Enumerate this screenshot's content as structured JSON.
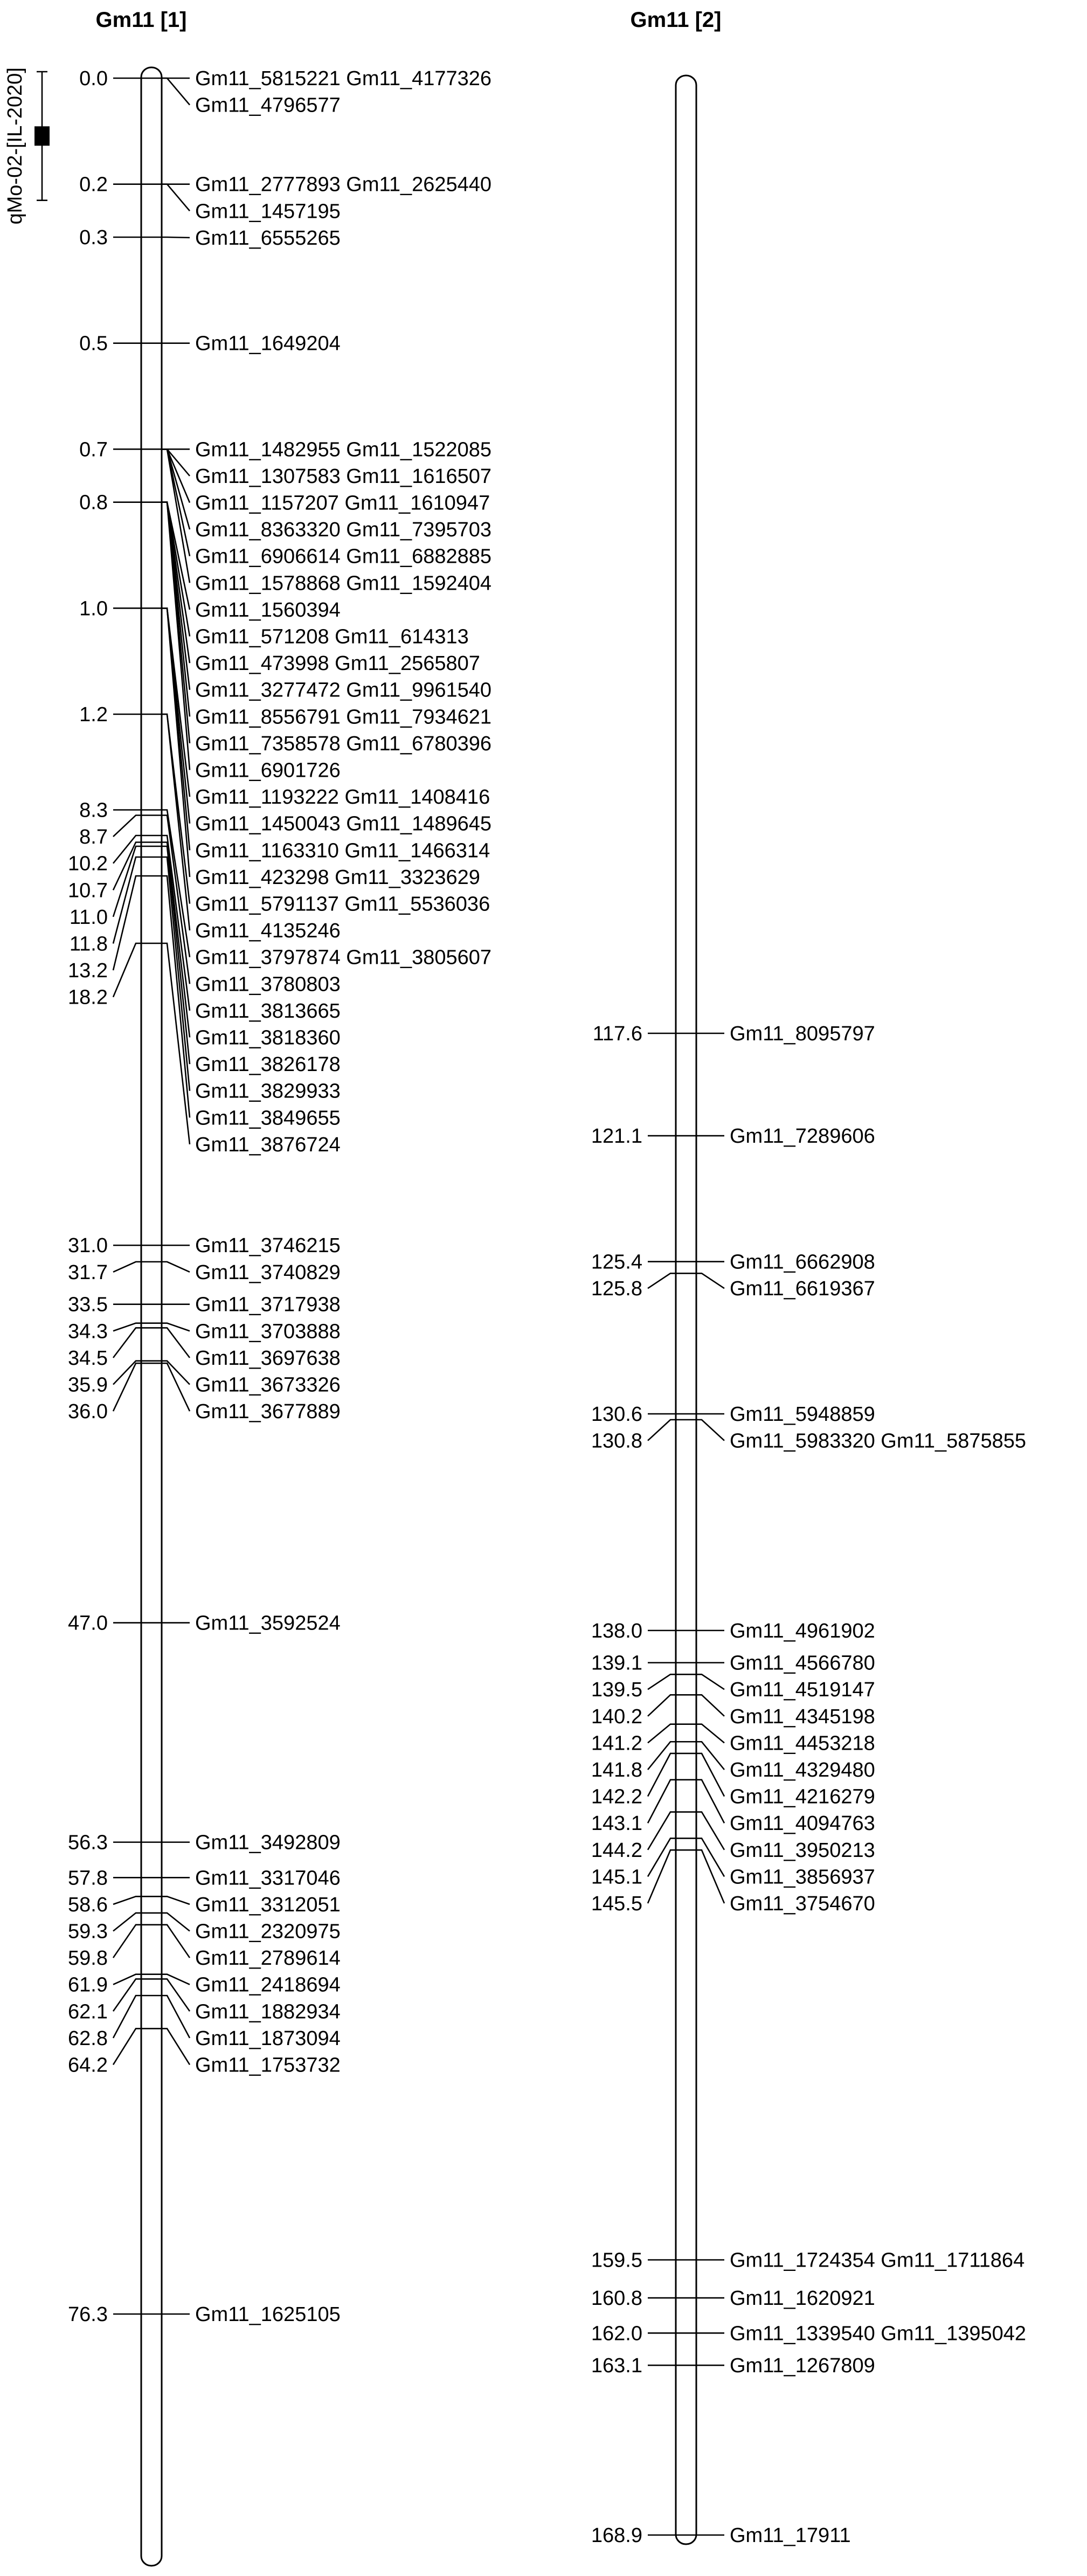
{
  "linkage_groups": [
    {
      "title": "Gm11 [1]",
      "qtl": {
        "label": "qMo-02-[IL-2020]",
        "start": 0.0,
        "end": 0.2,
        "peak": 0.1
      },
      "loci": [
        {
          "pos": 0.0,
          "pos_label": "0.0",
          "markers": [
            {
              "pos": 0.0,
              "label": "Gm11_5815221 Gm11_4177326"
            },
            {
              "pos": 0.0,
              "label": "Gm11_4796577"
            }
          ]
        },
        {
          "pos": 0.2,
          "pos_label": "0.2",
          "markers": [
            {
              "pos": 0.2,
              "label": "Gm11_2777893 Gm11_2625440"
            },
            {
              "pos": 0.2,
              "label": "Gm11_1457195"
            }
          ]
        },
        {
          "pos": 0.3,
          "pos_label": "0.3",
          "markers": [
            {
              "pos": 0.3,
              "label": "Gm11_6555265"
            }
          ]
        },
        {
          "pos": 0.5,
          "pos_label": "0.5",
          "markers": [
            {
              "pos": 0.5,
              "label": "Gm11_1649204"
            }
          ]
        },
        {
          "pos": 0.7,
          "pos_label": "0.7",
          "markers": [
            {
              "pos": 0.7,
              "label": "Gm11_1482955 Gm11_1522085"
            },
            {
              "pos": 0.7,
              "label": "Gm11_1307583 Gm11_1616507"
            },
            {
              "pos": 0.7,
              "label": "Gm11_1157207 Gm11_1610947"
            },
            {
              "pos": 0.7,
              "label": "Gm11_8363320 Gm11_7395703"
            },
            {
              "pos": 0.7,
              "label": "Gm11_6906614 Gm11_6882885"
            },
            {
              "pos": 0.7,
              "label": "Gm11_1578868 Gm11_1592404"
            }
          ]
        },
        {
          "pos": 0.8,
          "pos_label": "0.8",
          "markers": [
            {
              "pos": 0.8,
              "label": "Gm11_1560394"
            },
            {
              "pos": 0.8,
              "label": "Gm11_571208 Gm11_614313"
            },
            {
              "pos": 0.8,
              "label": "Gm11_473998 Gm11_2565807"
            },
            {
              "pos": 0.8,
              "label": "Gm11_3277472 Gm11_9961540"
            },
            {
              "pos": 0.8,
              "label": "Gm11_8556791 Gm11_7934621"
            },
            {
              "pos": 0.8,
              "label": "Gm11_7358578 Gm11_6780396"
            },
            {
              "pos": 0.8,
              "label": "Gm11_6901726"
            }
          ]
        },
        {
          "pos": 1.0,
          "pos_label": "1.0",
          "markers": [
            {
              "pos": 1.0,
              "label": "Gm11_1193222 Gm11_1408416"
            },
            {
              "pos": 1.0,
              "label": "Gm11_1450043 Gm11_1489645"
            },
            {
              "pos": 1.0,
              "label": "Gm11_1163310 Gm11_1466314"
            },
            {
              "pos": 1.0,
              "label": "Gm11_423298 Gm11_3323629"
            }
          ]
        },
        {
          "pos": 1.2,
          "pos_label": "1.2",
          "markers": [
            {
              "pos": 1.2,
              "label": "Gm11_5791137 Gm11_5536036"
            },
            {
              "pos": 1.2,
              "label": "Gm11_4135246"
            }
          ]
        },
        {
          "pos": 8.3,
          "pos_label": "8.3",
          "markers": [
            {
              "pos": 8.3,
              "label": "Gm11_3797874 Gm11_3805607"
            }
          ]
        },
        {
          "pos": 8.7,
          "pos_label": "8.7",
          "markers": [
            {
              "pos": 8.7,
              "label": "Gm11_3780803"
            }
          ]
        },
        {
          "pos": 10.2,
          "pos_label": "10.2",
          "markers": [
            {
              "pos": 10.2,
              "label": "Gm11_3813665"
            }
          ]
        },
        {
          "pos": 10.7,
          "pos_label": "10.7",
          "markers": [
            {
              "pos": 10.7,
              "label": "Gm11_3818360"
            }
          ]
        },
        {
          "pos": 11.0,
          "pos_label": "11.0",
          "markers": [
            {
              "pos": 11.0,
              "label": "Gm11_3826178"
            }
          ]
        },
        {
          "pos": 11.8,
          "pos_label": "11.8",
          "markers": [
            {
              "pos": 11.8,
              "label": "Gm11_3829933"
            }
          ]
        },
        {
          "pos": 13.2,
          "pos_label": "13.2",
          "markers": [
            {
              "pos": 13.2,
              "label": "Gm11_3849655"
            }
          ]
        },
        {
          "pos": 18.2,
          "pos_label": "18.2",
          "markers": [
            {
              "pos": 18.2,
              "label": "Gm11_3876724"
            }
          ]
        },
        {
          "pos": 31.0,
          "pos_label": "31.0",
          "markers": [
            {
              "pos": 31.0,
              "label": "Gm11_3746215"
            }
          ]
        },
        {
          "pos": 31.7,
          "pos_label": "31.7",
          "markers": [
            {
              "pos": 31.7,
              "label": "Gm11_3740829"
            }
          ]
        },
        {
          "pos": 33.5,
          "pos_label": "33.5",
          "markers": [
            {
              "pos": 33.5,
              "label": "Gm11_3717938"
            }
          ]
        },
        {
          "pos": 34.3,
          "pos_label": "34.3",
          "markers": [
            {
              "pos": 34.3,
              "label": "Gm11_3703888"
            }
          ]
        },
        {
          "pos": 34.5,
          "pos_label": "34.5",
          "markers": [
            {
              "pos": 34.5,
              "label": "Gm11_3697638"
            }
          ]
        },
        {
          "pos": 35.9,
          "pos_label": "35.9",
          "markers": [
            {
              "pos": 35.9,
              "label": "Gm11_3673326"
            }
          ]
        },
        {
          "pos": 36.0,
          "pos_label": "36.0",
          "markers": [
            {
              "pos": 36.0,
              "label": "Gm11_3677889"
            }
          ]
        },
        {
          "pos": 47.0,
          "pos_label": "47.0",
          "markers": [
            {
              "pos": 47.0,
              "label": "Gm11_3592524"
            }
          ]
        },
        {
          "pos": 56.3,
          "pos_label": "56.3",
          "markers": [
            {
              "pos": 56.3,
              "label": "Gm11_3492809"
            }
          ]
        },
        {
          "pos": 57.8,
          "pos_label": "57.8",
          "markers": [
            {
              "pos": 57.8,
              "label": "Gm11_3317046"
            }
          ]
        },
        {
          "pos": 58.6,
          "pos_label": "58.6",
          "markers": [
            {
              "pos": 58.6,
              "label": "Gm11_3312051"
            }
          ]
        },
        {
          "pos": 59.3,
          "pos_label": "59.3",
          "markers": [
            {
              "pos": 59.3,
              "label": "Gm11_2320975"
            }
          ]
        },
        {
          "pos": 59.8,
          "pos_label": "59.8",
          "markers": [
            {
              "pos": 59.8,
              "label": "Gm11_2789614"
            }
          ]
        },
        {
          "pos": 61.9,
          "pos_label": "61.9",
          "markers": [
            {
              "pos": 61.9,
              "label": "Gm11_2418694"
            }
          ]
        },
        {
          "pos": 62.1,
          "pos_label": "62.1",
          "markers": [
            {
              "pos": 62.1,
              "label": "Gm11_1882934"
            }
          ]
        },
        {
          "pos": 62.8,
          "pos_label": "62.8",
          "markers": [
            {
              "pos": 62.8,
              "label": "Gm11_1873094"
            }
          ]
        },
        {
          "pos": 64.2,
          "pos_label": "64.2",
          "markers": [
            {
              "pos": 64.2,
              "label": "Gm11_1753732"
            }
          ]
        },
        {
          "pos": 76.3,
          "pos_label": "76.3",
          "markers": [
            {
              "pos": 76.3,
              "label": "Gm11_1625105"
            }
          ]
        }
      ]
    },
    {
      "title": "Gm11 [2]",
      "loci": [
        {
          "pos": 117.6,
          "pos_label": "117.6",
          "markers": [
            {
              "pos": 117.6,
              "label": "Gm11_8095797"
            }
          ]
        },
        {
          "pos": 121.1,
          "pos_label": "121.1",
          "markers": [
            {
              "pos": 121.1,
              "label": "Gm11_7289606"
            }
          ]
        },
        {
          "pos": 125.4,
          "pos_label": "125.4",
          "markers": [
            {
              "pos": 125.4,
              "label": "Gm11_6662908"
            }
          ]
        },
        {
          "pos": 125.8,
          "pos_label": "125.8",
          "markers": [
            {
              "pos": 125.8,
              "label": "Gm11_6619367"
            }
          ]
        },
        {
          "pos": 130.6,
          "pos_label": "130.6",
          "markers": [
            {
              "pos": 130.6,
              "label": "Gm11_5948859"
            }
          ]
        },
        {
          "pos": 130.8,
          "pos_label": "130.8",
          "markers": [
            {
              "pos": 130.8,
              "label": "Gm11_5983320 Gm11_5875855"
            }
          ]
        },
        {
          "pos": 138.0,
          "pos_label": "138.0",
          "markers": [
            {
              "pos": 138.0,
              "label": "Gm11_4961902"
            }
          ]
        },
        {
          "pos": 139.1,
          "pos_label": "139.1",
          "markers": [
            {
              "pos": 139.1,
              "label": "Gm11_4566780"
            }
          ]
        },
        {
          "pos": 139.5,
          "pos_label": "139.5",
          "markers": [
            {
              "pos": 139.5,
              "label": "Gm11_4519147"
            }
          ]
        },
        {
          "pos": 140.2,
          "pos_label": "140.2",
          "markers": [
            {
              "pos": 140.2,
              "label": "Gm11_4345198"
            }
          ]
        },
        {
          "pos": 141.2,
          "pos_label": "141.2",
          "markers": [
            {
              "pos": 141.2,
              "label": "Gm11_4453218"
            }
          ]
        },
        {
          "pos": 141.8,
          "pos_label": "141.8",
          "markers": [
            {
              "pos": 141.8,
              "label": "Gm11_4329480"
            }
          ]
        },
        {
          "pos": 142.2,
          "pos_label": "142.2",
          "markers": [
            {
              "pos": 142.2,
              "label": "Gm11_4216279"
            }
          ]
        },
        {
          "pos": 143.1,
          "pos_label": "143.1",
          "markers": [
            {
              "pos": 143.1,
              "label": "Gm11_4094763"
            }
          ]
        },
        {
          "pos": 144.2,
          "pos_label": "144.2",
          "markers": [
            {
              "pos": 144.2,
              "label": "Gm11_3950213"
            }
          ]
        },
        {
          "pos": 145.1,
          "pos_label": "145.1",
          "markers": [
            {
              "pos": 145.1,
              "label": "Gm11_3856937"
            }
          ]
        },
        {
          "pos": 145.5,
          "pos_label": "145.5",
          "markers": [
            {
              "pos": 145.5,
              "label": "Gm11_3754670"
            }
          ]
        },
        {
          "pos": 159.5,
          "pos_label": "159.5",
          "markers": [
            {
              "pos": 159.5,
              "label": "Gm11_1724354 Gm11_1711864"
            }
          ]
        },
        {
          "pos": 160.8,
          "pos_label": "160.8",
          "markers": [
            {
              "pos": 160.8,
              "label": "Gm11_1620921"
            }
          ]
        },
        {
          "pos": 162.0,
          "pos_label": "162.0",
          "markers": [
            {
              "pos": 162.0,
              "label": "Gm11_1339540 Gm11_1395042"
            }
          ]
        },
        {
          "pos": 163.1,
          "pos_label": "163.1",
          "markers": [
            {
              "pos": 163.1,
              "label": "Gm11_1267809"
            }
          ]
        },
        {
          "pos": 168.9,
          "pos_label": "168.9",
          "markers": [
            {
              "pos": 168.9,
              "label": "Gm11_17911"
            }
          ]
        }
      ]
    }
  ]
}
